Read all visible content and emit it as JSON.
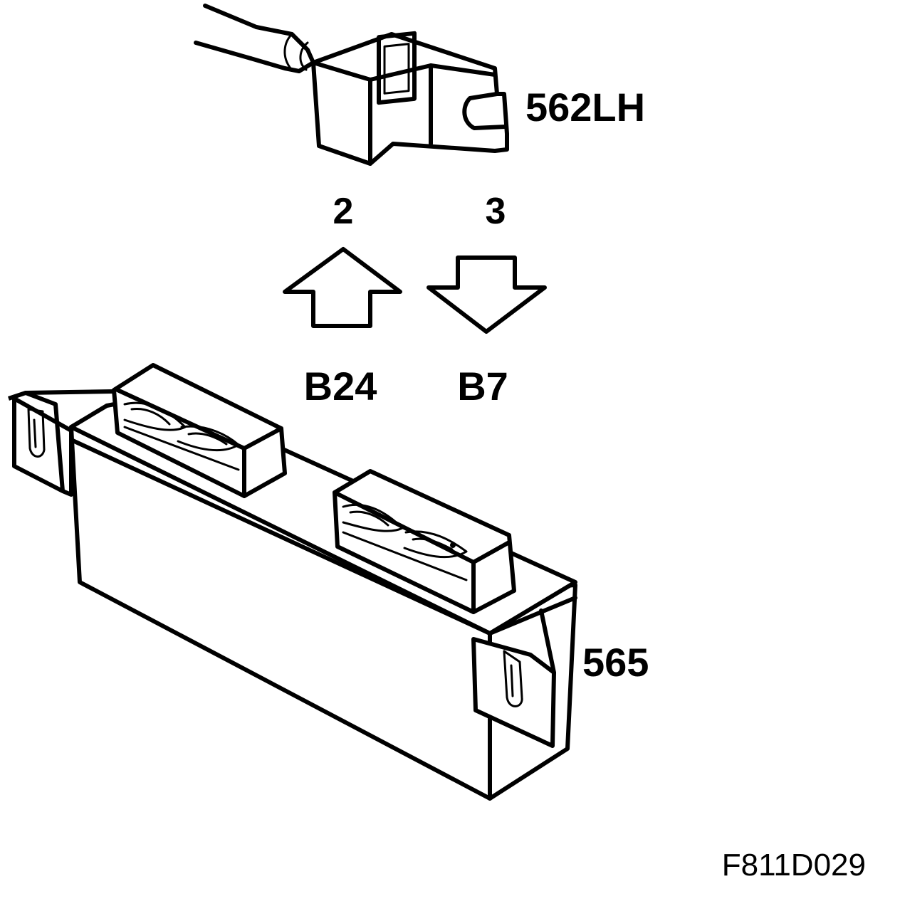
{
  "labels": {
    "connector": "562LH",
    "module": "565",
    "pin_a": "2",
    "pin_b": "3",
    "terminal_a": "B24",
    "terminal_b": "B7",
    "figure_id": "F811D029"
  },
  "arrows": {
    "pin_a_direction": "up",
    "pin_b_direction": "down"
  },
  "colors": {
    "line": "#000000",
    "background": "#ffffff"
  }
}
